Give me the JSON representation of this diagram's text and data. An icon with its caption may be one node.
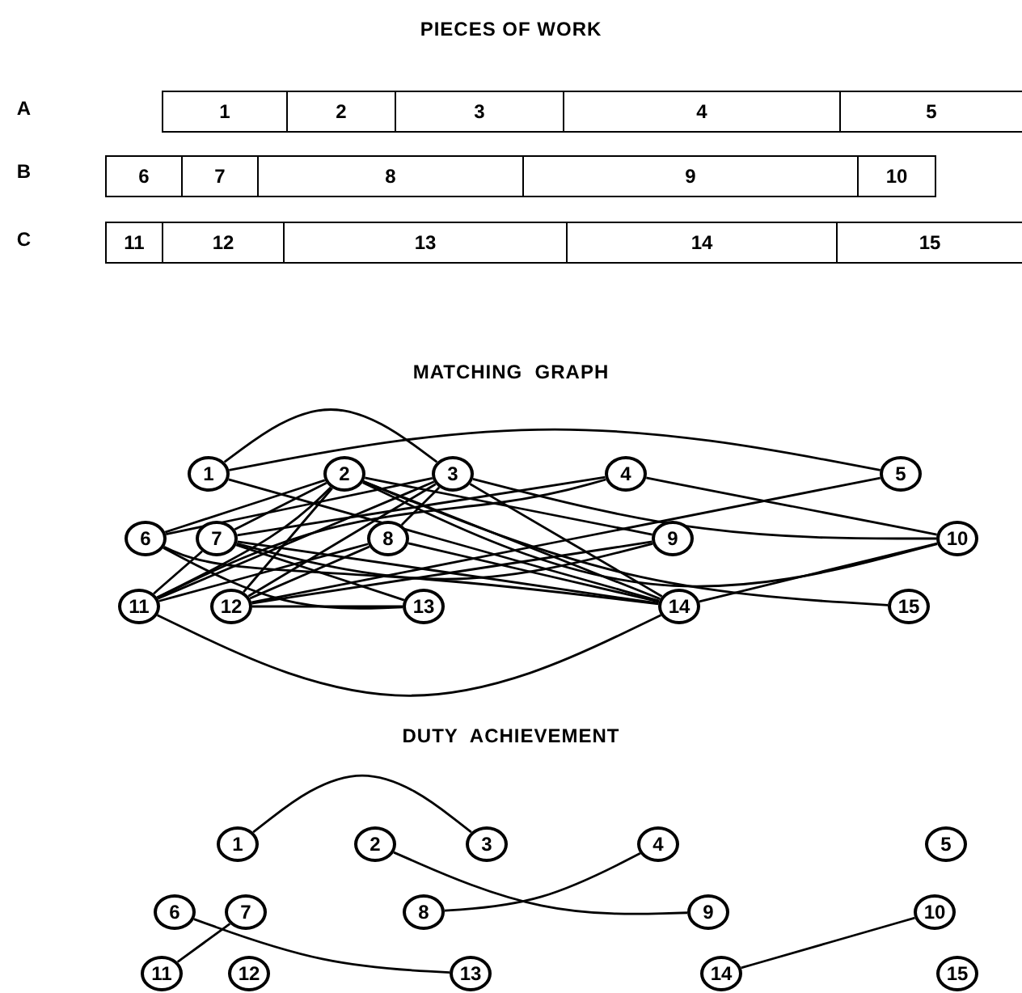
{
  "diagram": {
    "nodes": [
      {
        "text": [
          "1"
        ]
      },
      {
        "text": [
          "2"
        ]
      },
      {
        "text": [
          "3"
        ]
      },
      {
        "text": [
          "4"
        ]
      },
      {
        "text": [
          "5"
        ]
      },
      {
        "text": [
          "6"
        ]
      },
      {
        "text": [
          "7"
        ]
      },
      {
        "text": [
          "8"
        ]
      },
      {
        "text": [
          "9"
        ]
      },
      {
        "text": [
          "10"
        ]
      },
      {
        "text": [
          "11"
        ]
      },
      {
        "text": [
          "12"
        ]
      },
      {
        "text": [
          "13"
        ]
      },
      {
        "text": [
          "14"
        ]
      },
      {
        "text": [
          "15"
        ]
      },
      {
        "text": [
          "1"
        ]
      },
      {
        "text": [
          "2"
        ]
      },
      {
        "text": [
          "3"
        ]
      },
      {
        "text": [
          "4"
        ]
      },
      {
        "text": [
          "5"
        ]
      },
      {
        "text": [
          "6"
        ]
      },
      {
        "text": [
          "7"
        ]
      },
      {
        "text": [
          "8"
        ]
      },
      {
        "text": [
          "9"
        ]
      },
      {
        "text": [
          "10"
        ]
      },
      {
        "text": [
          "11"
        ]
      },
      {
        "text": [
          "12"
        ]
      },
      {
        "text": [
          "13"
        ]
      },
      {
        "text": [
          "14"
        ]
      },
      {
        "text": [
          "15"
        ]
      },
      {
        "text": [
          "1"
        ]
      },
      {
        "text": [
          "2"
        ]
      },
      {
        "text": [
          "3"
        ]
      },
      {
        "text": [
          "4"
        ]
      },
      {
        "text": [
          "5"
        ]
      },
      {
        "text": [
          "6"
        ]
      },
      {
        "text": [
          "7"
        ]
      },
      {
        "text": [
          "8"
        ]
      },
      {
        "text": [
          "9"
        ]
      },
      {
        "text": [
          "10"
        ]
      },
      {
        "text": [
          "11"
        ]
      },
      {
        "text": [
          "12"
        ]
      },
      {
        "text": [
          "13"
        ]
      },
      {
        "text": [
          "14"
        ]
      },
      {
        "text": [
          "15"
        ]
      }
    ],
    "edges": [
      {
        "from": 15,
        "to": 17,
        "arrow": "none"
      },
      {
        "from": 15,
        "to": 19,
        "arrow": "none"
      },
      {
        "from": 15,
        "to": 28,
        "arrow": "none"
      },
      {
        "from": 16,
        "to": 20,
        "arrow": "none"
      },
      {
        "from": 16,
        "to": 25,
        "arrow": "none"
      },
      {
        "from": 16,
        "to": 26,
        "arrow": "none"
      },
      {
        "from": 16,
        "to": 24,
        "arrow": "none"
      },
      {
        "from": 16,
        "to": 28,
        "arrow": "none"
      },
      {
        "from": 16,
        "to": 29,
        "arrow": "none"
      },
      {
        "from": 17,
        "to": 25,
        "arrow": "none"
      },
      {
        "from": 17,
        "to": 26,
        "arrow": "none"
      },
      {
        "from": 17,
        "to": 20,
        "arrow": "none"
      },
      {
        "from": 17,
        "to": 24,
        "arrow": "none"
      },
      {
        "from": 17,
        "to": 28,
        "arrow": "none"
      },
      {
        "from": 18,
        "to": 21,
        "arrow": "none"
      },
      {
        "from": 18,
        "to": 25,
        "arrow": "none"
      },
      {
        "from": 18,
        "to": 24,
        "arrow": "none"
      },
      {
        "from": 19,
        "to": 26,
        "arrow": "none"
      },
      {
        "from": 20,
        "to": 27,
        "arrow": "none"
      },
      {
        "from": 20,
        "to": 28,
        "arrow": "none"
      },
      {
        "from": 21,
        "to": 25,
        "arrow": "none"
      },
      {
        "from": 21,
        "to": 27,
        "arrow": "none"
      },
      {
        "from": 21,
        "to": 28,
        "arrow": "none"
      },
      {
        "from": 21,
        "to": 23,
        "arrow": "none"
      },
      {
        "from": 22,
        "to": 25,
        "arrow": "none"
      },
      {
        "from": 22,
        "to": 17,
        "arrow": "none"
      },
      {
        "from": 22,
        "to": 28,
        "arrow": "none"
      },
      {
        "from": 22,
        "to": 26,
        "arrow": "none"
      },
      {
        "from": 23,
        "to": 26,
        "arrow": "none"
      },
      {
        "from": 24,
        "to": 28,
        "arrow": "none"
      },
      {
        "from": 25,
        "to": 28,
        "arrow": "none"
      },
      {
        "from": 26,
        "to": 27,
        "arrow": "none"
      },
      {
        "from": 16,
        "to": 21,
        "arrow": "none"
      },
      {
        "from": 16,
        "to": 23,
        "arrow": "none"
      },
      {
        "from": 30,
        "to": 32,
        "arrow": "none"
      },
      {
        "from": 31,
        "to": 38,
        "arrow": "none"
      },
      {
        "from": 33,
        "to": 37,
        "arrow": "none"
      },
      {
        "from": 36,
        "to": 40,
        "arrow": "none"
      },
      {
        "from": 35,
        "to": 42,
        "arrow": "none"
      },
      {
        "from": 39,
        "to": 43,
        "arrow": "none"
      }
    ],
    "labels": [
      "PIECES OF WORK",
      "A",
      "B",
      "C",
      "MATCHING  GRAPH",
      "DUTY  ACHIEVEMENT"
    ]
  }
}
